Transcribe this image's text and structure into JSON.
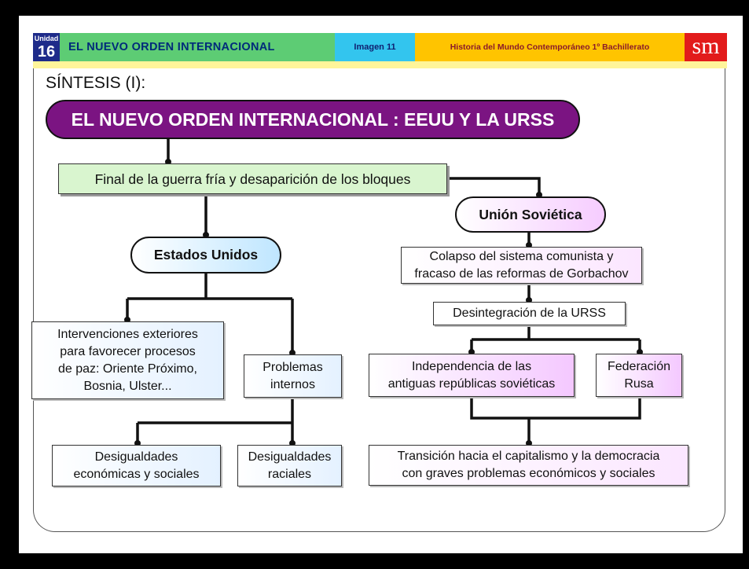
{
  "header": {
    "unit_label": "Unidad",
    "unit_number": "16",
    "title": "EL NUEVO ORDEN INTERNACIONAL",
    "image_label": "Imagen 11",
    "subject": "Historia del Mundo Contemporáneo 1º Bachillerato",
    "logo": "sm"
  },
  "colors": {
    "unit_bg": "#1e2b8a",
    "title_bg": "#5dcc74",
    "image_bg": "#33c5ee",
    "subject_bg": "#ffc400",
    "logo_bg": "#e21b1b",
    "main_pill": "#7b1482",
    "final_box": "#d9f5cf"
  },
  "slide": {
    "heading": "SÍNTESIS (I):"
  },
  "diagram": {
    "root": "EL NUEVO ORDEN INTERNACIONAL : EEUU Y LA URSS",
    "final": "Final de la guerra fría y desaparición de los bloques",
    "usa": {
      "label": "Estados Unidos",
      "intervenciones": [
        "Intervenciones exteriores",
        "para favorecer procesos",
        "de paz: Oriente Próximo,",
        "Bosnia, Ulster..."
      ],
      "problemas": [
        "Problemas",
        "internos"
      ],
      "desigualdades_economicas": [
        "Desigualdades",
        "económicas y sociales"
      ],
      "desigualdades_raciales": [
        "Desigualdades",
        "raciales"
      ]
    },
    "urss": {
      "label": "Unión Soviética",
      "colapso": [
        "Colapso del sistema comunista y",
        "fracaso de las reformas de Gorbachov"
      ],
      "desintegracion": "Desintegración de la URSS",
      "independencia": [
        "Independencia de las",
        "antiguas repúblicas soviéticas"
      ],
      "federacion": [
        "Federación",
        "Rusa"
      ],
      "transicion": [
        "Transición hacia el capitalismo y la democracia",
        "con graves problemas  económicos y sociales"
      ]
    }
  }
}
